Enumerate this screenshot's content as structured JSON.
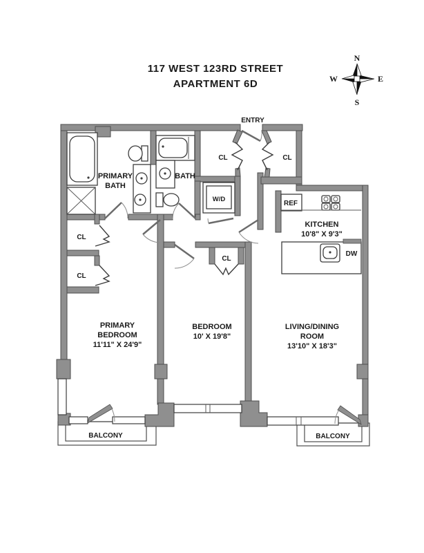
{
  "title": {
    "line1": "117 WEST 123RD STREET",
    "line2": "APARTMENT 6D"
  },
  "compass": {
    "n": "N",
    "e": "E",
    "s": "S",
    "w": "W"
  },
  "labels": {
    "entry": "ENTRY",
    "cl": "CL",
    "wd": "W/D",
    "ref": "REF",
    "dw": "DW",
    "primary_bath_line1": "PRIMARY",
    "primary_bath_line2": "BATH",
    "bath": "BATH",
    "kitchen_name": "KITCHEN",
    "kitchen_dims": "10'8\" X 9'3\"",
    "primary_bedroom_line1": "PRIMARY",
    "primary_bedroom_line2": "BEDROOM",
    "primary_bedroom_dims": "11'11\" X 24'9\"",
    "bedroom_name": "BEDROOM",
    "bedroom_dims": "10' X 19'8\"",
    "living_line1": "LIVING/DINING",
    "living_line2": "ROOM",
    "living_dims": "13'10\" X 18'3\"",
    "balcony": "BALCONY"
  },
  "colors": {
    "wall": "#8f8f8f",
    "wallline": "#4d4d4d",
    "text": "#1a1a1a"
  }
}
